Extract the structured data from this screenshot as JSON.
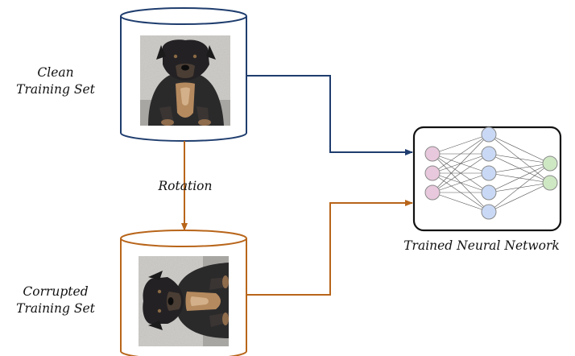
{
  "labels": {
    "clean_line1": "Clean",
    "clean_line2": "Training Set",
    "rotation": "Rotation",
    "corrupted_line1": "Corrupted",
    "corrupted_line2": "Training Set",
    "network": "Trained Neural Network"
  },
  "colors": {
    "clean": "#1f3d6e",
    "corrupted": "#b8651a",
    "input_node": "#e8c8dc",
    "hidden_node": "#c9d9f5",
    "output_node": "#cfe8c4",
    "node_stroke": "#8a8a8a"
  },
  "network": {
    "layers": [
      3,
      5,
      2
    ]
  },
  "images": {
    "clean": "photo-dog-upright",
    "corrupted": "photo-dog-rotated-90"
  }
}
